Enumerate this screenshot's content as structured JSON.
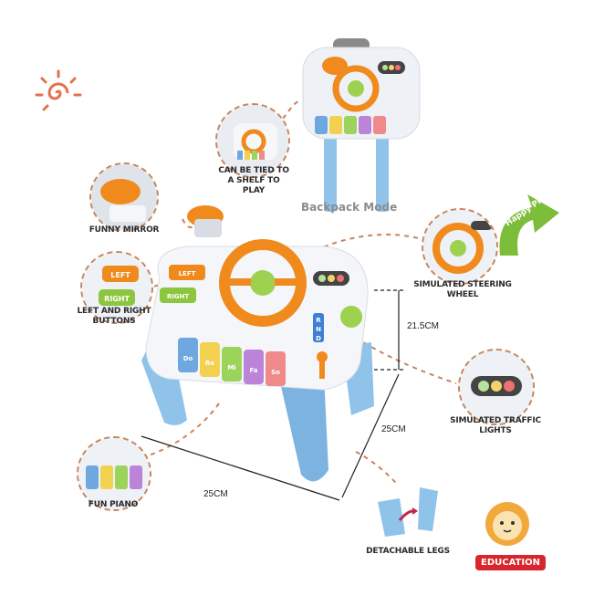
{
  "callouts": {
    "tie_shelf": "CAN BE TIED TO A SHELF TO PLAY",
    "backpack": "Backpack Mode",
    "mirror": "FUNNY MIRROR",
    "lr_buttons": "LEFT AND RIGHT BUTTONS",
    "steering": "SIMULATED STEERING WHEEL",
    "traffic": "SIMULATED TRAFFIC LIGHTS",
    "piano": "FUN PIANO",
    "legs": "DETACHABLE LEGS"
  },
  "dimensions": {
    "height": "21.5CM",
    "depth": "25CM",
    "width": "25CM"
  },
  "badge": "EDUCATION",
  "happy_play": "Happy Play",
  "toy_labels": {
    "left": "LEFT",
    "right": "RIGHT",
    "gears": [
      "R",
      "N",
      "D"
    ],
    "keys": [
      "Do",
      "Re",
      "Mi",
      "Fa",
      "So"
    ]
  },
  "colors": {
    "accent": "#f08a1d",
    "blue": "#8fc3ea",
    "green": "#7cbd3a",
    "badge": "#d8262c",
    "dash": "#c9845a"
  }
}
